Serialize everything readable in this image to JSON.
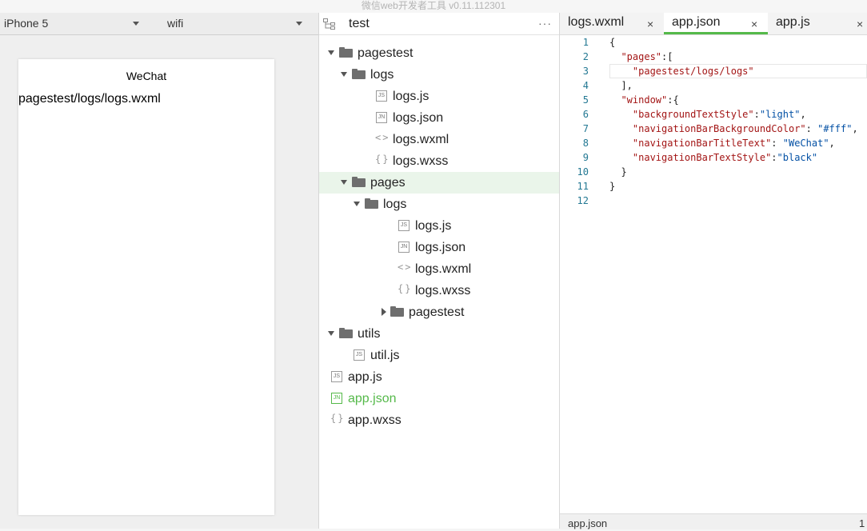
{
  "app_title": "微信web开发者工具 v0.11.112301",
  "simulator": {
    "device": "iPhone 5",
    "network": "wifi",
    "nav_title": "WeChat",
    "page_text": "pagestest/logs/logs.wxml"
  },
  "tree": {
    "project_name": "test",
    "more": "···",
    "items": [
      {
        "label": "pagestest",
        "kind": "folder",
        "open": true
      },
      {
        "label": "logs",
        "kind": "folder",
        "open": true
      },
      {
        "label": "logs.js",
        "kind": "js",
        "badge": "JS"
      },
      {
        "label": "logs.json",
        "kind": "json",
        "badge": "JN"
      },
      {
        "label": "logs.wxml",
        "kind": "wxml",
        "glyph": "<>"
      },
      {
        "label": "logs.wxss",
        "kind": "wxss",
        "glyph": "{}"
      },
      {
        "label": "pages",
        "kind": "folder",
        "open": true
      },
      {
        "label": "logs",
        "kind": "folder",
        "open": true
      },
      {
        "label": "logs.js",
        "kind": "js",
        "badge": "JS"
      },
      {
        "label": "logs.json",
        "kind": "json",
        "badge": "JN"
      },
      {
        "label": "logs.wxml",
        "kind": "wxml",
        "glyph": "<>"
      },
      {
        "label": "logs.wxss",
        "kind": "wxss",
        "glyph": "{}"
      },
      {
        "label": "pagestest",
        "kind": "folder",
        "open": false
      },
      {
        "label": "utils",
        "kind": "folder",
        "open": true
      },
      {
        "label": "util.js",
        "kind": "js",
        "badge": "JS"
      },
      {
        "label": "app.js",
        "kind": "js",
        "badge": "JS"
      },
      {
        "label": "app.json",
        "kind": "json",
        "badge": "JN",
        "active": true
      },
      {
        "label": "app.wxss",
        "kind": "wxss",
        "glyph": "{}"
      }
    ]
  },
  "editor": {
    "tabs": [
      {
        "label": "logs.wxml",
        "close": "×"
      },
      {
        "label": "app.json",
        "close": "×",
        "active": true
      },
      {
        "label": "app.js",
        "close": "×"
      }
    ],
    "lines": [
      {
        "n": "1",
        "code": "{"
      },
      {
        "n": "2",
        "code": "  \"pages\":["
      },
      {
        "n": "3",
        "code": "    \"pagestest/logs/logs\""
      },
      {
        "n": "4",
        "code": "  ],"
      },
      {
        "n": "5",
        "code": "  \"window\":{"
      },
      {
        "n": "6",
        "code": "    \"backgroundTextStyle\":\"light\","
      },
      {
        "n": "7",
        "code": "    \"navigationBarBackgroundColor\": \"#fff\","
      },
      {
        "n": "8",
        "code": "    \"navigationBarTitleText\": \"WeChat\","
      },
      {
        "n": "9",
        "code": "    \"navigationBarTextStyle\":\"black\""
      },
      {
        "n": "10",
        "code": "  }"
      },
      {
        "n": "11",
        "code": "}"
      },
      {
        "n": "12",
        "code": ""
      }
    ],
    "status_file": "app.json",
    "status_num": "1"
  },
  "colors": {
    "accent": "#55b94a",
    "selected_row": "#eaf5ea",
    "line_number": "#237893",
    "json_key": "#a31515",
    "json_value": "#0451a5"
  }
}
